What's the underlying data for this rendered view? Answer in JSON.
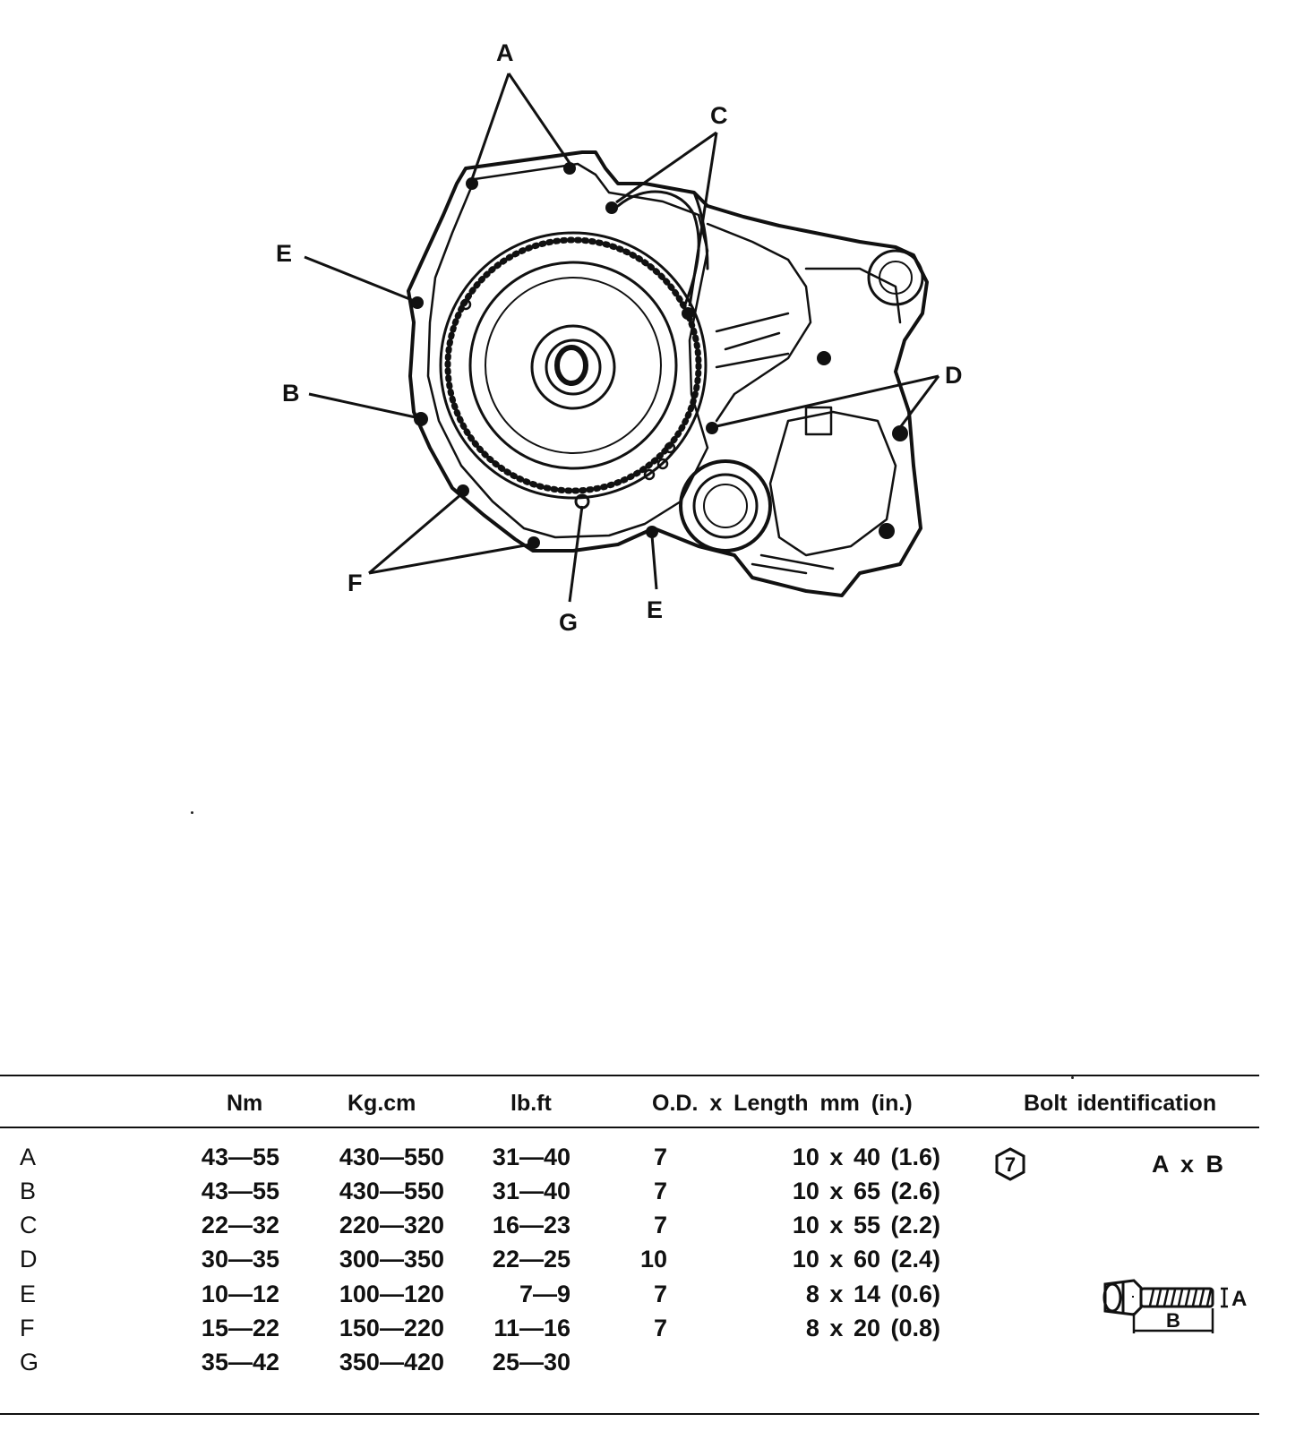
{
  "callouts": [
    "A",
    "C",
    "E",
    "B",
    "D",
    "F",
    "G",
    "E"
  ],
  "table": {
    "headers": [
      "Nm",
      "Kg.cm",
      "lb.ft",
      "O.D. x Length mm (in.)",
      "Bolt identification"
    ],
    "rows": [
      {
        "label": "A",
        "nm": "43—55",
        "kgcm": "430—550",
        "lbft": "31—40",
        "od": "7",
        "length": "10 x 40 (1.6)"
      },
      {
        "label": "B",
        "nm": "43—55",
        "kgcm": "430—550",
        "lbft": "31—40",
        "od": "7",
        "length": "10 x 65 (2.6)"
      },
      {
        "label": "C",
        "nm": "22—32",
        "kgcm": "220—320",
        "lbft": "16—23",
        "od": "7",
        "length": "10 x 55 (2.2)"
      },
      {
        "label": "D",
        "nm": "30—35",
        "kgcm": "300—350",
        "lbft": "22—25",
        "od": "10",
        "length": "10 x 60 (2.4)"
      },
      {
        "label": "E",
        "nm": "10—12",
        "kgcm": "100—120",
        "lbft": "7—9",
        "od": "7",
        "length": "8 x 14 (0.6)"
      },
      {
        "label": "F",
        "nm": "15—22",
        "kgcm": "150—220",
        "lbft": "11—16",
        "od": "7",
        "length": "8 x 20 (0.8)"
      },
      {
        "label": "G",
        "nm": "35—42",
        "kgcm": "350—420",
        "lbft": "25—30",
        "od": "",
        "length": ""
      }
    ]
  },
  "bolt_id": {
    "head_mark": "7",
    "formula": "A x B",
    "dim_a": "A",
    "dim_b": "B"
  }
}
